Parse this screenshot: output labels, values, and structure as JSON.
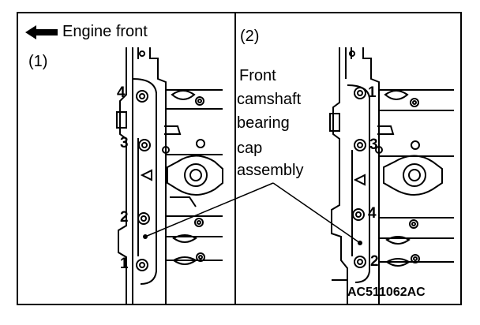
{
  "header": {
    "direction_label": "Engine front"
  },
  "panels": [
    {
      "label": "(1)",
      "bolt_numbers": [
        "4",
        "3",
        "2",
        "1"
      ]
    },
    {
      "label": "(2)",
      "bolt_numbers": [
        "1",
        "3",
        "4",
        "2"
      ]
    }
  ],
  "callout": {
    "lines": [
      "Front",
      "camshaft",
      "bearing",
      "cap",
      "assembly"
    ]
  },
  "figure_code": "AC511062AC",
  "colors": {
    "ink": "#000000",
    "paper": "#ffffff"
  }
}
